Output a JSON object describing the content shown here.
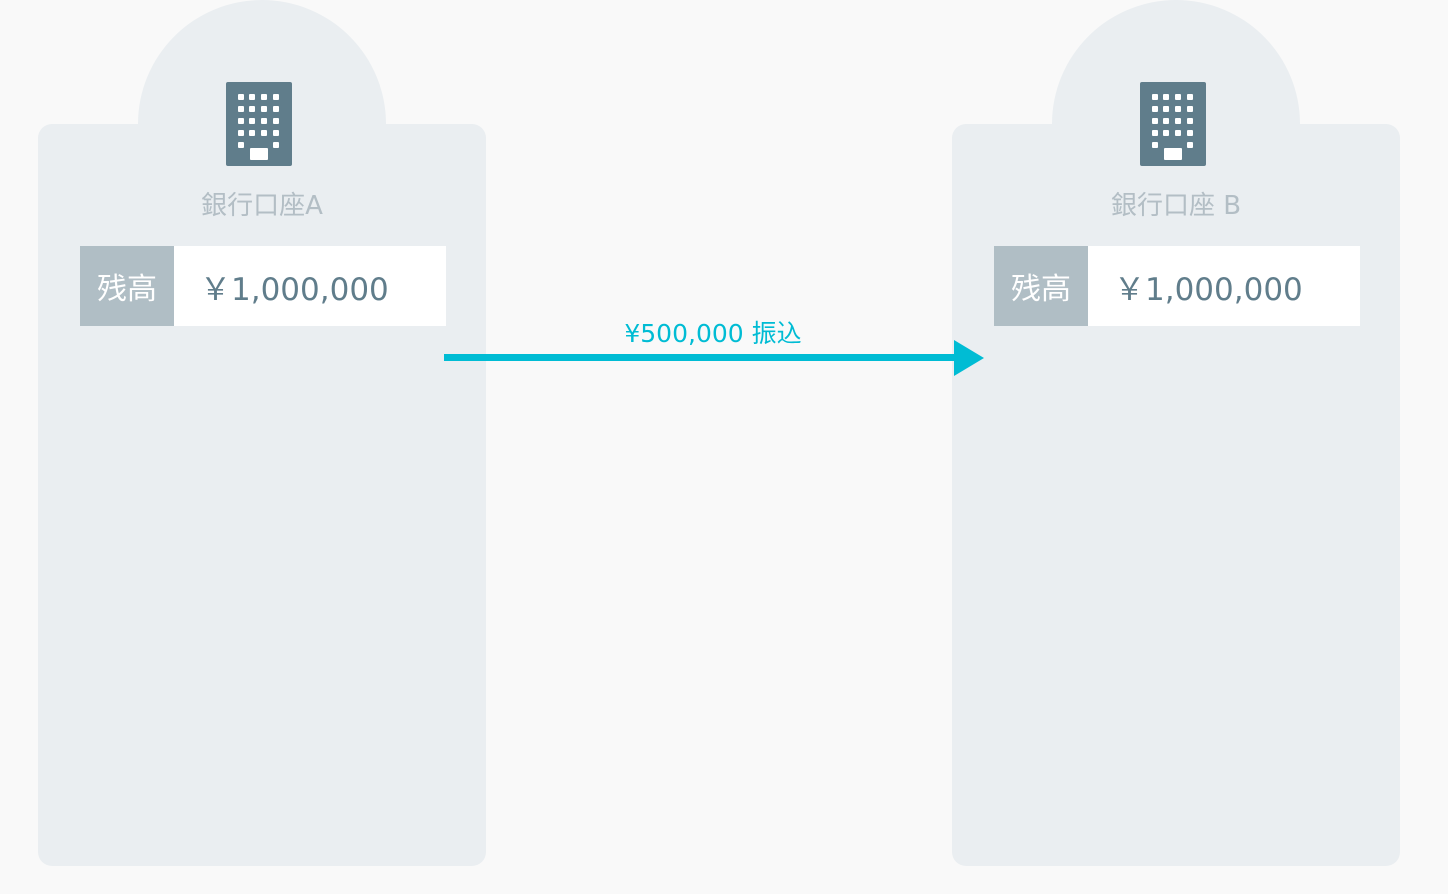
{
  "colors": {
    "background": "#f9f9f9",
    "card": "#eaeef1",
    "icon": "#607d8b",
    "label_bg": "#b0bec5",
    "account_name": "#b3bec5",
    "value_text": "#607d8b",
    "accent": "#00bcd4"
  },
  "accounts": [
    {
      "icon": "bank-building-icon",
      "name": "銀行口座A",
      "balance_label": "残高",
      "balance_value": "￥1,000,000"
    },
    {
      "icon": "bank-building-icon",
      "name": "銀行口座 B",
      "balance_label": "残高",
      "balance_value": "￥1,000,000"
    }
  ],
  "transfer": {
    "label": "¥500,000 振込",
    "icon": "arrow-right-icon"
  }
}
